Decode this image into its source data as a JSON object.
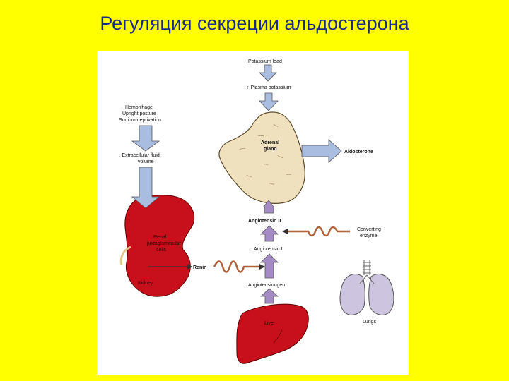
{
  "title": "Регуляция секреции альдостерона",
  "labels": {
    "potassium_load": "Potassium load",
    "plasma_potassium": "↑ Plasma potassium",
    "hemorrhage": "Hemorrhage",
    "upright_posture": "Upright posture",
    "sodium_deprivation": "Sodium deprivation",
    "ecf_volume_1": "↓ Extracellular fluid",
    "ecf_volume_2": "volume",
    "adrenal_1": "Adrenal",
    "adrenal_2": "gland",
    "aldosterone": "Aldosterone",
    "angiotensin_2": "Angiotensin II",
    "converting_1": "Converting",
    "converting_2": "enzyme",
    "angiotensin_1": "Angiotensin I",
    "renal_1": "Renal",
    "renal_2": "juxtaglomerular",
    "renal_3": "cells",
    "renin": "Renin",
    "kidney": "Kidney",
    "angiotensinogen": "Angiotensinogen",
    "lungs": "Lungs",
    "liver": "Liver"
  },
  "colors": {
    "background": "#ffff00",
    "title": "#1a2a8a",
    "arrow_blue": "#a9bde0",
    "arrow_purple": "#a48bc4",
    "kidney_red": "#c8101c",
    "adrenal_beige": "#efe1bd",
    "renin_brown": "#b0623a",
    "lung_lavender": "#cdc4e0"
  }
}
